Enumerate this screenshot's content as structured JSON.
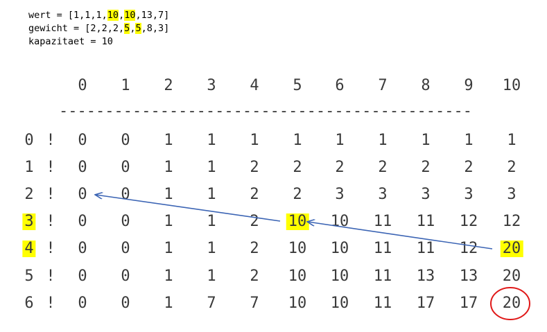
{
  "code": {
    "lines": [
      {
        "parts": [
          {
            "t": "wert = [1,1,1,",
            "h": false
          },
          {
            "t": "10",
            "h": true
          },
          {
            "t": ",",
            "h": false
          },
          {
            "t": "10",
            "h": true
          },
          {
            "t": ",13,7]",
            "h": false
          }
        ]
      },
      {
        "parts": [
          {
            "t": "gewicht = [2,2,2,",
            "h": false
          },
          {
            "t": "5",
            "h": true
          },
          {
            "t": ",",
            "h": false
          },
          {
            "t": "5",
            "h": true
          },
          {
            "t": ",8,3]",
            "h": false
          }
        ]
      },
      {
        "parts": [
          {
            "t": "kapazitaet = 10",
            "h": false
          }
        ]
      }
    ]
  },
  "table": {
    "columns": [
      "0",
      "1",
      "2",
      "3",
      "4",
      "5",
      "6",
      "7",
      "8",
      "9",
      "10"
    ],
    "separator": "---------------------------------------------",
    "bang": "!",
    "rows": [
      {
        "label": "0",
        "values": [
          "0",
          "0",
          "1",
          "1",
          "1",
          "1",
          "1",
          "1",
          "1",
          "1",
          "1"
        ]
      },
      {
        "label": "1",
        "values": [
          "0",
          "0",
          "1",
          "1",
          "2",
          "2",
          "2",
          "2",
          "2",
          "2",
          "2"
        ]
      },
      {
        "label": "2",
        "values": [
          "0",
          "0",
          "1",
          "1",
          "2",
          "2",
          "3",
          "3",
          "3",
          "3",
          "3"
        ]
      },
      {
        "label": "3",
        "values": [
          "0",
          "0",
          "1",
          "1",
          "2",
          "10",
          "10",
          "11",
          "11",
          "12",
          "12"
        ]
      },
      {
        "label": "4",
        "values": [
          "0",
          "0",
          "1",
          "1",
          "2",
          "10",
          "10",
          "11",
          "11",
          "12",
          "20"
        ]
      },
      {
        "label": "5",
        "values": [
          "0",
          "0",
          "1",
          "1",
          "2",
          "10",
          "10",
          "11",
          "13",
          "13",
          "20"
        ]
      },
      {
        "label": "6",
        "values": [
          "0",
          "0",
          "1",
          "7",
          "7",
          "10",
          "10",
          "11",
          "17",
          "17",
          "20"
        ]
      }
    ],
    "highlighted_row_labels": [
      "3",
      "4"
    ],
    "highlighted_cells": [
      {
        "row": 3,
        "col": 5
      },
      {
        "row": 4,
        "col": 10
      }
    ],
    "circled_cell": {
      "row": 6,
      "col": 10
    }
  },
  "colors": {
    "highlight": "#ffff00",
    "arrow": "#3b64b4",
    "circle": "#e01818",
    "text": "#3a3a3a"
  }
}
